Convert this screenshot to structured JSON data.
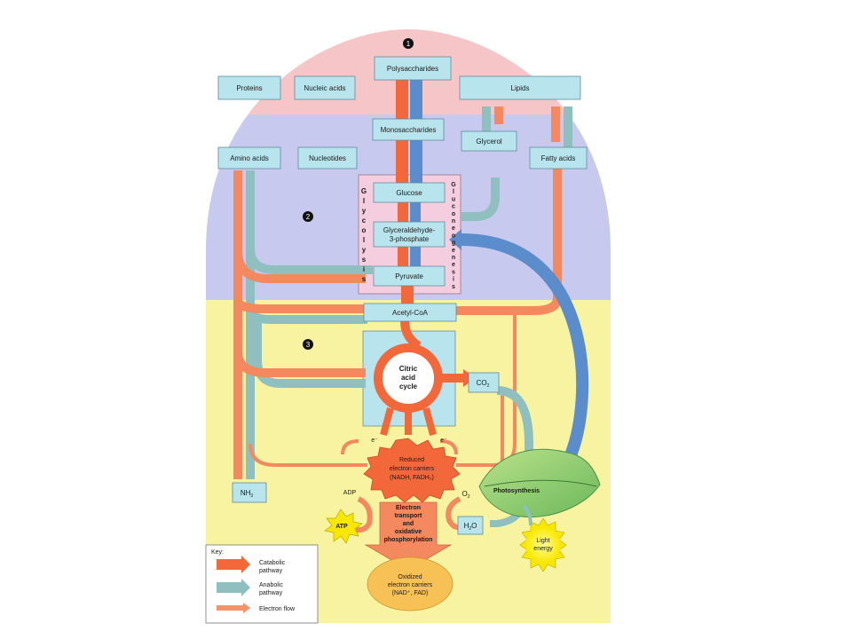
{
  "markers": {
    "m1": "1",
    "m2": "2",
    "m3": "3"
  },
  "boxes": {
    "polysaccharides": "Polysaccharides",
    "proteins": "Proteins",
    "nucleic_acids": "Nucleic acids",
    "lipids": "Lipids",
    "monosaccharides": "Monosaccharides",
    "glycerol": "Glycerol",
    "amino_acids": "Amino acids",
    "nucleotides": "Nucleotides",
    "fatty_acids": "Fatty acids",
    "glucose": "Glucose",
    "g3p_line1": "Glyceraldehyde-",
    "g3p_line2": "3-phosphate",
    "pyruvate": "Pyruvate",
    "acetyl_coa": "Acetyl-CoA",
    "nh3": "NH",
    "nh3_sub": "3",
    "co2": "CO",
    "co2_sub": "2",
    "o2": "O",
    "o2_sub": "2",
    "h2o_pre": "H",
    "h2o_sub": "2",
    "h2o_post": "O"
  },
  "labels": {
    "glycolysis": [
      "G",
      "l",
      "y",
      "c",
      "o",
      "l",
      "y",
      "s",
      "i",
      "s"
    ],
    "gluconeogenesis": [
      "G",
      "l",
      "u",
      "c",
      "o",
      "n",
      "e",
      "o",
      "g",
      "e",
      "n",
      "e",
      "s",
      "i",
      "s"
    ],
    "citric": [
      "Citric",
      "acid",
      "cycle"
    ],
    "electron_left": "e⁻",
    "electron_right": "e⁻",
    "reduced": [
      "Reduced",
      "electron carriers",
      "(NADH, FADH₂)"
    ],
    "electron_transport": [
      "Electron",
      "transport",
      "and",
      "oxidative",
      "phosphorylation"
    ],
    "oxidized": [
      "Oxidized",
      "electron carriers",
      "(NAD⁺, FAD)"
    ],
    "adp": "ADP",
    "atp": "ATP",
    "photosynthesis": "Photosynthesis",
    "light_energy": [
      "Light",
      "energy"
    ]
  },
  "key": {
    "title": "Key:",
    "catabolic": [
      "Catabolic",
      "pathway"
    ],
    "anabolic": [
      "Anabolic",
      "pathway"
    ],
    "electron_flow": "Electron flow"
  },
  "colors": {
    "catabolic": "#f2683a",
    "anabolic": "#8fc0bf",
    "electron_flow": "#f3956c",
    "photosynthesis_blue": "#5b8ccc",
    "box_fill": "#b8e4ed",
    "zone1": "#f5c5c8",
    "zone2": "#c7c9ef",
    "zone3": "#f8f3a1"
  }
}
